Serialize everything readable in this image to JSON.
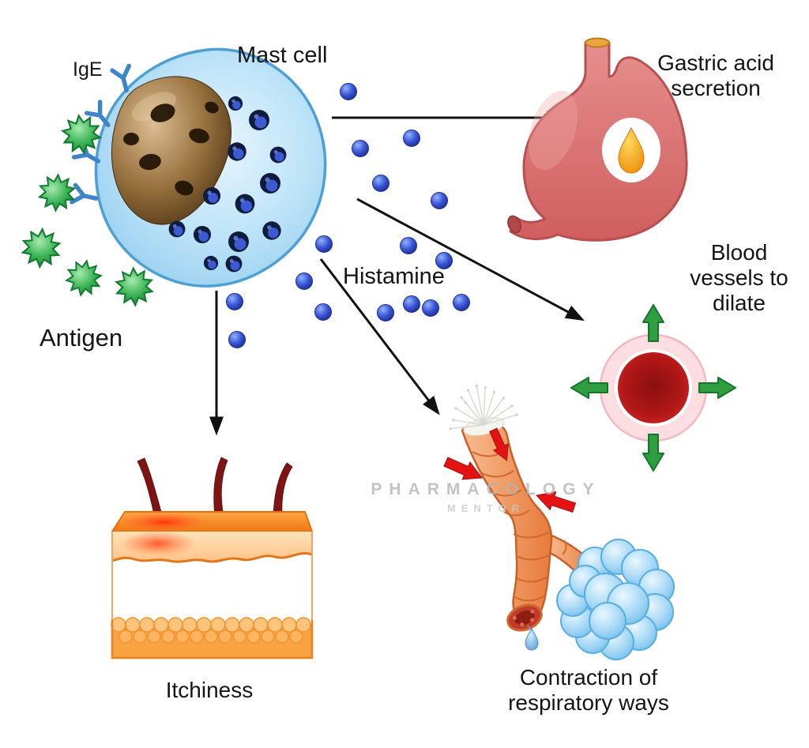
{
  "diagram": {
    "labels": {
      "ige": "IgE",
      "mast_cell": "Mast cell",
      "antigen": "Antigen",
      "histamine": "Histamine",
      "gastric_acid": "Gastric acid secretion",
      "blood_vessels": "Blood vessels to dilate",
      "itchiness": "Itchiness",
      "respiratory": "Contraction of respiratory ways"
    },
    "watermark": {
      "line1": "PHARMACOLOGY",
      "line2": "MENTOR"
    },
    "colors": {
      "background": "#ffffff",
      "mast_cell_blue": "#a9d9f3",
      "nucleus_brown": "#7a5526",
      "granule_navy": "#101c3e",
      "histamine_blue": "#3b57d8",
      "antigen_green": "#2ea84c",
      "ige_receptor_blue": "#3d85c6",
      "stomach_red": "#dd7474",
      "acid_drop_orange": "#f5a11c",
      "vessel_core_red": "#a31212",
      "vessel_ring_pink": "#fbdde2",
      "dilate_arrow_green": "#2f9e41",
      "skin_orange": "#f58a20",
      "hair_dark_red": "#7e1414",
      "bronchus_orange": "#ef9055",
      "alveoli_blue": "#8ecdf2",
      "constriction_arrow_red": "#e41313",
      "arrow_black": "#111111"
    }
  }
}
